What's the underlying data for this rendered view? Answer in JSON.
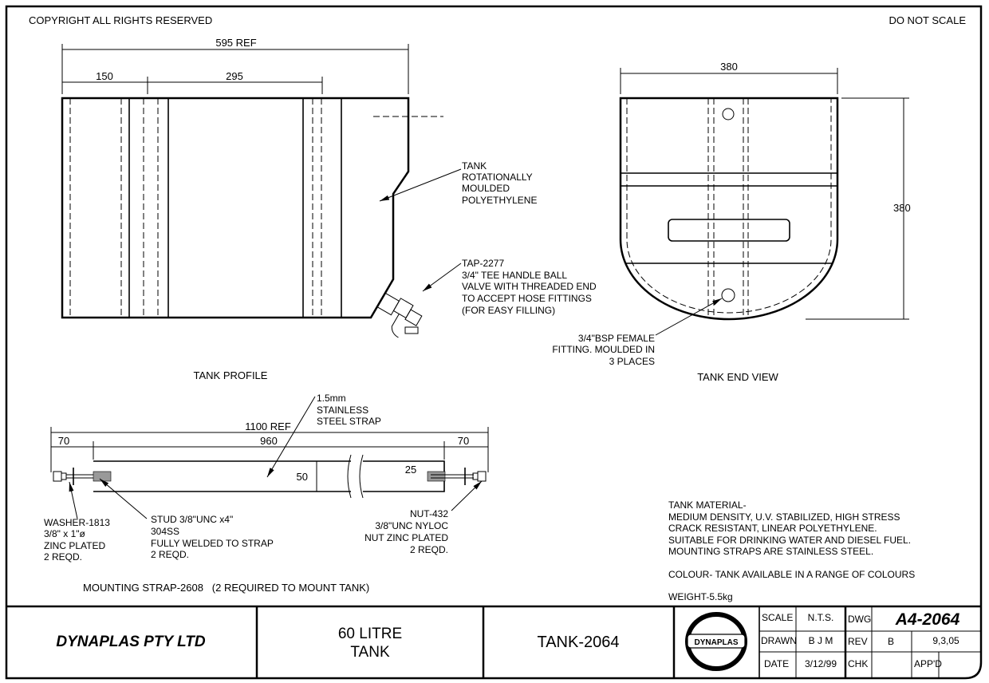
{
  "header": {
    "copyright": "COPYRIGHT ALL RIGHTS RESERVED",
    "scale_note": "DO NOT SCALE"
  },
  "profile": {
    "dim_overall": "595 REF",
    "dim_left": "150",
    "dim_mid": "295",
    "title": "TANK PROFILE",
    "note_tank": [
      "TANK",
      "ROTATIONALLY",
      "MOULDED",
      "POLYETHYLENE"
    ],
    "note_tap": [
      "TAP-2277",
      "3/4\" TEE HANDLE BALL",
      "VALVE WITH THREADED END",
      "TO ACCEPT HOSE FITTINGS",
      "(FOR EASY FILLING)"
    ]
  },
  "end_view": {
    "dim_width": "380",
    "dim_height": "380",
    "title": "TANK END VIEW",
    "note_fitting": [
      "3/4\"BSP FEMALE",
      "FITTING. MOULDED IN",
      "3 PLACES"
    ]
  },
  "strap": {
    "note_strap": [
      "1.5mm",
      "STAINLESS",
      "STEEL STRAP"
    ],
    "dim_overall": "1100 REF",
    "dim_left": "70",
    "dim_mid": "960",
    "dim_right": "70",
    "dim_height": "50",
    "dim_stud": "25",
    "note_washer": [
      "WASHER-1813",
      "3/8\" x 1\"ø",
      "ZINC PLATED",
      "2 REQD."
    ],
    "note_stud": [
      "STUD 3/8\"UNC x4\"",
      "304SS",
      "FULLY WELDED TO STRAP",
      "2 REQD."
    ],
    "note_nut": [
      "NUT-432",
      "3/8\"UNC NYLOC",
      "NUT ZINC PLATED",
      "2 REQD."
    ],
    "title": "MOUNTING STRAP-2608   (2 REQUIRED TO MOUNT TANK)"
  },
  "notes": {
    "material": [
      "TANK MATERIAL-",
      "MEDIUM DENSITY, U.V. STABILIZED, HIGH STRESS",
      "CRACK RESISTANT, LINEAR POLYETHYLENE.",
      "SUITABLE FOR DRINKING WATER AND DIESEL FUEL.",
      "MOUNTING STRAPS ARE STAINLESS STEEL."
    ],
    "colour": "COLOUR- TANK AVAILABLE IN A RANGE OF COLOURS",
    "weight": "WEIGHT-5.5kg"
  },
  "title_block": {
    "company": "DYNAPLAS PTY LTD",
    "description": [
      "60 LITRE",
      "TANK"
    ],
    "part": "TANK-2064",
    "logo": "DYNAPLAS",
    "scale_label": "SCALE",
    "scale": "N.T.S.",
    "drawn_label": "DRAWN",
    "drawn": "B J M",
    "date_label": "DATE",
    "date": "3/12/99",
    "dwg_label": "DWG",
    "dwg": "A4-2064",
    "rev_label": "REV",
    "rev": "B",
    "rev_date": "9,3,05",
    "chk_label": "CHK",
    "appd_label": "APP'D"
  }
}
